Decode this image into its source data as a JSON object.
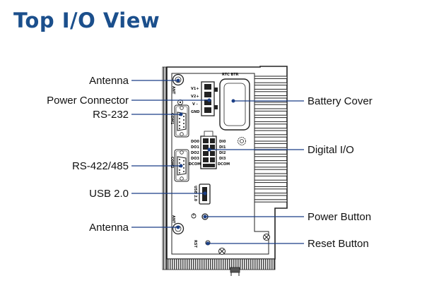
{
  "title": "Top I/O View",
  "colors": {
    "title": "#1b4f8c",
    "leader": "#1b3f86",
    "outline": "#222222"
  },
  "labels": {
    "antenna_top": "Antenna",
    "power_connector": "Power Connector",
    "rs232": "RS-232",
    "rs422": "RS-422/485",
    "usb": "USB 2.0",
    "antenna_bottom": "Antenna",
    "battery_cover": "Battery Cover",
    "digital_io": "Digital I/O",
    "power_button": "Power Button",
    "reset_button": "Reset Button"
  },
  "device_text": {
    "ant_top": "ANT",
    "ant_bottom": "ANT",
    "rtc_btr": "RTC BTR",
    "pwr_v1": "V1+",
    "pwr_v2": "V2+",
    "pwr_vm": "V -",
    "pwr_gnd": "GND",
    "com1": "COM1",
    "com2": "COM2",
    "usb": "USB 2.0",
    "rst": "RST",
    "dio_left": [
      "DO0",
      "DO1",
      "DO2",
      "DO3",
      "DCOM"
    ],
    "dio_right": [
      "DI0",
      "DI1",
      "DI2",
      "DI3",
      "DCOM"
    ]
  }
}
